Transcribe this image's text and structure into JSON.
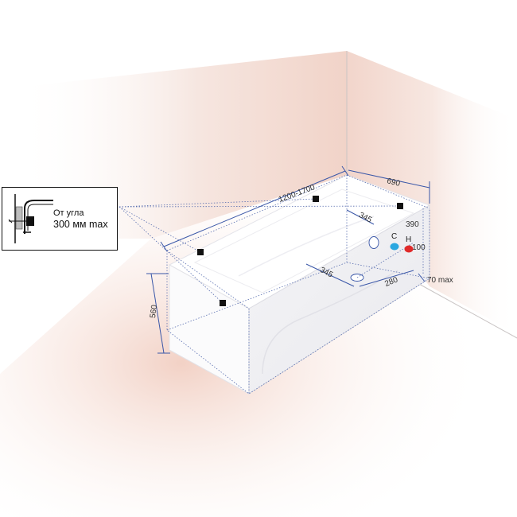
{
  "inset": {
    "line1": "От угла",
    "line2": "300 мм max"
  },
  "dimensions": {
    "length": "1200-1700",
    "width": "690",
    "height": "560",
    "drain_offset_top": "345",
    "drain_offset_bottom": "345",
    "drain_from_wall": "280",
    "pipes_height": "390",
    "pipes_spacing": "100",
    "floor_gap": "70 max"
  },
  "pipes": {
    "cold_label": "C",
    "hot_label": "H",
    "cold_color": "#2aa7e0",
    "hot_color": "#e02a2a"
  },
  "colors": {
    "wall_warm": "#f3d8cf",
    "dimension_line": "#3a57a8",
    "support_marker": "#111111"
  }
}
